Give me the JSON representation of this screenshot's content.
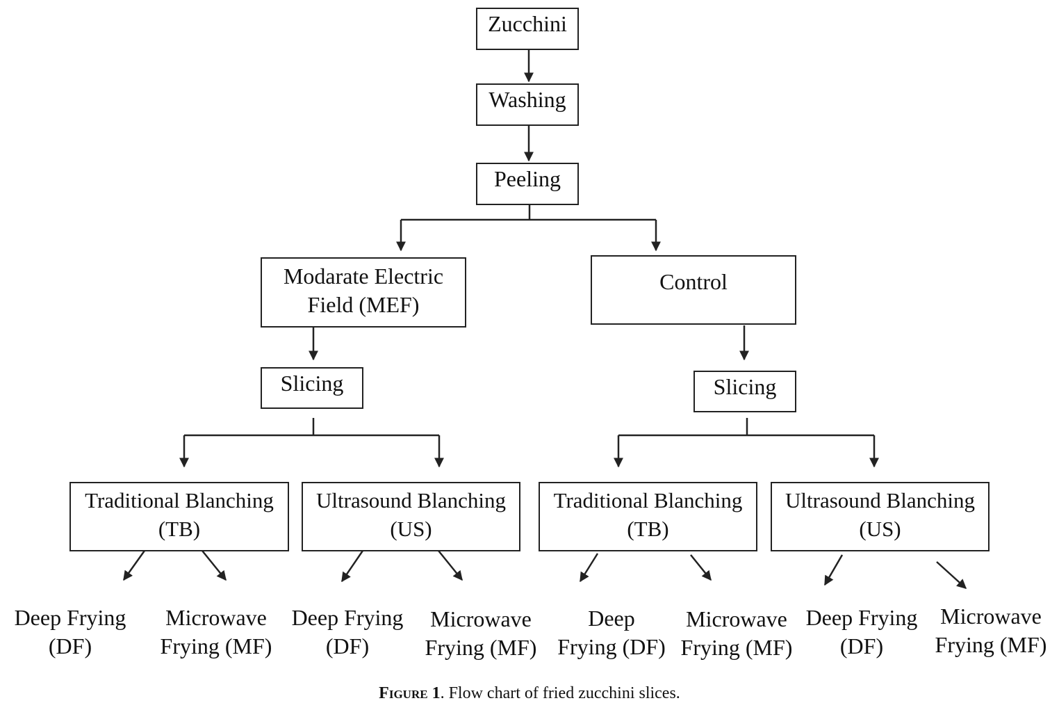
{
  "nodes": {
    "zucchini": "Zucchini",
    "washing": "Washing",
    "peeling": "Peeling",
    "mef": {
      "line1": "Modarate Electric",
      "line2": "Field (MEF)"
    },
    "control": "Control",
    "slicing_left": "Slicing",
    "slicing_right": "Slicing",
    "tb_left": {
      "line1": "Traditional Blanching",
      "line2": "(TB)"
    },
    "us_left": {
      "line1": "Ultrasound Blanching",
      "line2": "(US)"
    },
    "tb_right": {
      "line1": "Traditional Blanching",
      "line2": "(TB)"
    },
    "us_right": {
      "line1": "Ultrasound Blanching",
      "line2": "(US)"
    }
  },
  "outcomes": {
    "df_1": {
      "line1": "Deep Frying",
      "line2": "(DF)"
    },
    "mf_1": {
      "line1": "Microwave",
      "line2": "Frying (MF)"
    },
    "df_2": {
      "line1": "Deep Frying",
      "line2": "(DF)"
    },
    "mf_2": {
      "line1": "Microwave",
      "line2": "Frying (MF)"
    },
    "df_3": {
      "line1": "Deep",
      "line2": "Frying (DF)"
    },
    "mf_3": {
      "line1": "Microwave",
      "line2": "Frying (MF)"
    },
    "df_4": {
      "line1": "Deep Frying",
      "line2": "(DF)"
    },
    "mf_4": {
      "line1": "Microwave",
      "line2": "Frying (MF)"
    }
  },
  "caption": {
    "label": "Figure",
    "number": "1",
    "text": ". Flow chart of fried zucchini slices."
  },
  "colors": {
    "line": "#222222",
    "background": "#ffffff"
  }
}
